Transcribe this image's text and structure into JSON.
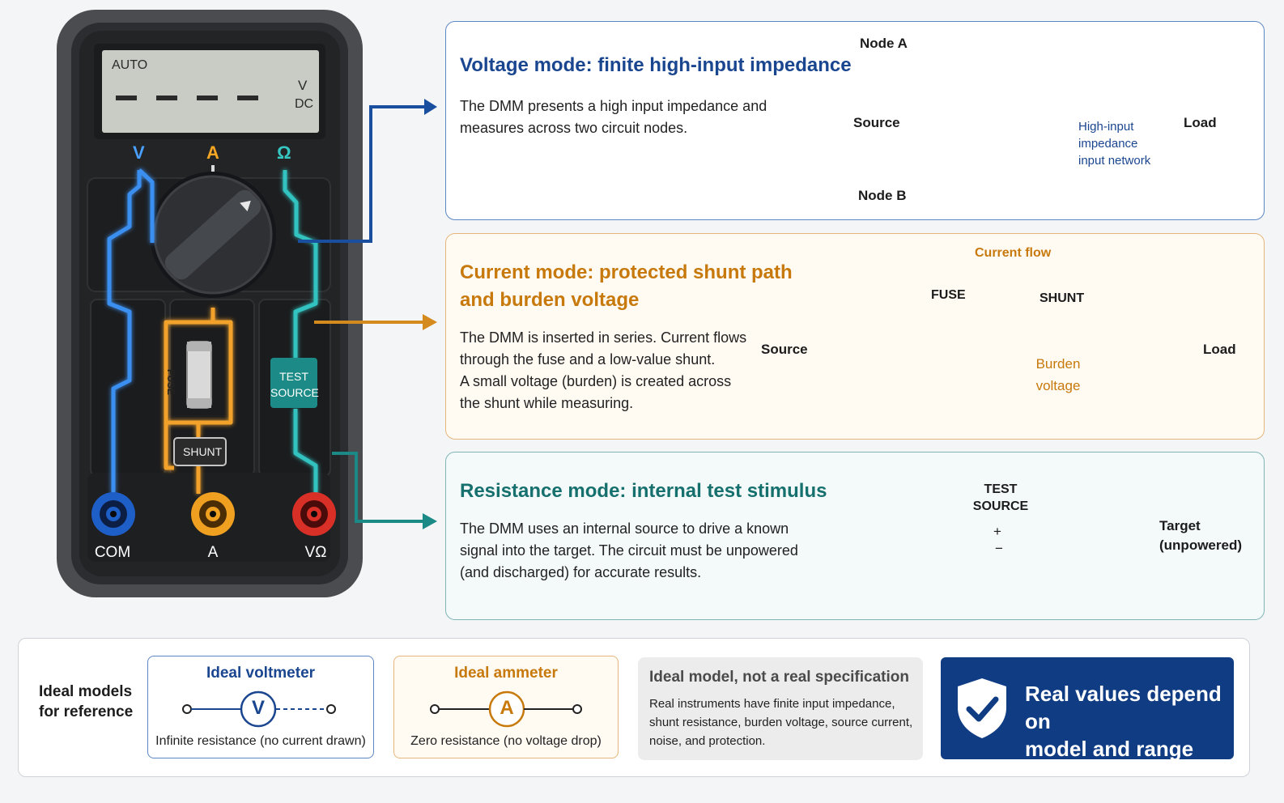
{
  "meter": {
    "display": {
      "auto": "AUTO",
      "reading": "- - - -",
      "unit_v": "V",
      "unit_dc": "DC"
    },
    "port_symbols": {
      "v": "V",
      "a": "A",
      "ohm": "Ω"
    },
    "fuse_label": "FUSE",
    "shunt_label": "SHUNT",
    "test_source_line1": "TEST",
    "test_source_line2": "SOURCE",
    "jacks": {
      "com": "COM",
      "a": "A",
      "vohm": "VΩ"
    }
  },
  "voltage": {
    "title": "Voltage mode: finite high-input impedance",
    "body_line1": "The DMM presents a high input impedance and",
    "body_line2": "measures across two circuit nodes.",
    "node_a": "Node A",
    "node_b": "Node B",
    "source": "Source",
    "load": "Load",
    "impedance_line1": "High-input",
    "impedance_line2": "impedance",
    "impedance_line3": "input network"
  },
  "current": {
    "title_line1": "Current mode: protected shunt path",
    "title_line2": "and burden voltage",
    "body_line1": "The DMM is inserted in series. Current flows",
    "body_line2": "through the fuse and a low-value shunt.",
    "body_line3": "A small voltage (burden) is created across",
    "body_line4": "the shunt while measuring.",
    "current_flow": "Current flow",
    "fuse": "FUSE",
    "shunt": "SHUNT",
    "source": "Source",
    "load": "Load",
    "burden_line1": "Burden",
    "burden_line2": "voltage"
  },
  "resistance": {
    "title": "Resistance mode: internal test stimulus",
    "body_line1": "The DMM uses an internal source to drive a known",
    "body_line2": "signal into the target. The circuit must be unpowered",
    "body_line3": "(and discharged) for accurate results.",
    "test_line1": "TEST",
    "test_line2": "SOURCE",
    "target_line1": "Target",
    "target_line2": "(unpowered)"
  },
  "reference": {
    "label_line1": "Ideal models",
    "label_line2": "for reference",
    "voltmeter_title": "Ideal voltmeter",
    "voltmeter_symbol": "V",
    "voltmeter_caption": "Infinite resistance (no current drawn)",
    "ammeter_title": "Ideal ammeter",
    "ammeter_symbol": "A",
    "ammeter_caption": "Zero resistance (no voltage drop)",
    "note_title": "Ideal model, not a real specification",
    "note_line1": "Real instruments have finite input impedance,",
    "note_line2": "shunt resistance, burden voltage, source current,",
    "note_line3": "noise, and protection.",
    "cta_line1": "Real values depend on",
    "cta_line2": "model and range"
  },
  "colors": {
    "voltage_blue": "#1a4690",
    "current_orange": "#c7790c",
    "resistance_teal": "#16706e",
    "meter_body": "#3a3c3f",
    "lcd": "#c8ccc4",
    "cta_background": "#103c84"
  }
}
